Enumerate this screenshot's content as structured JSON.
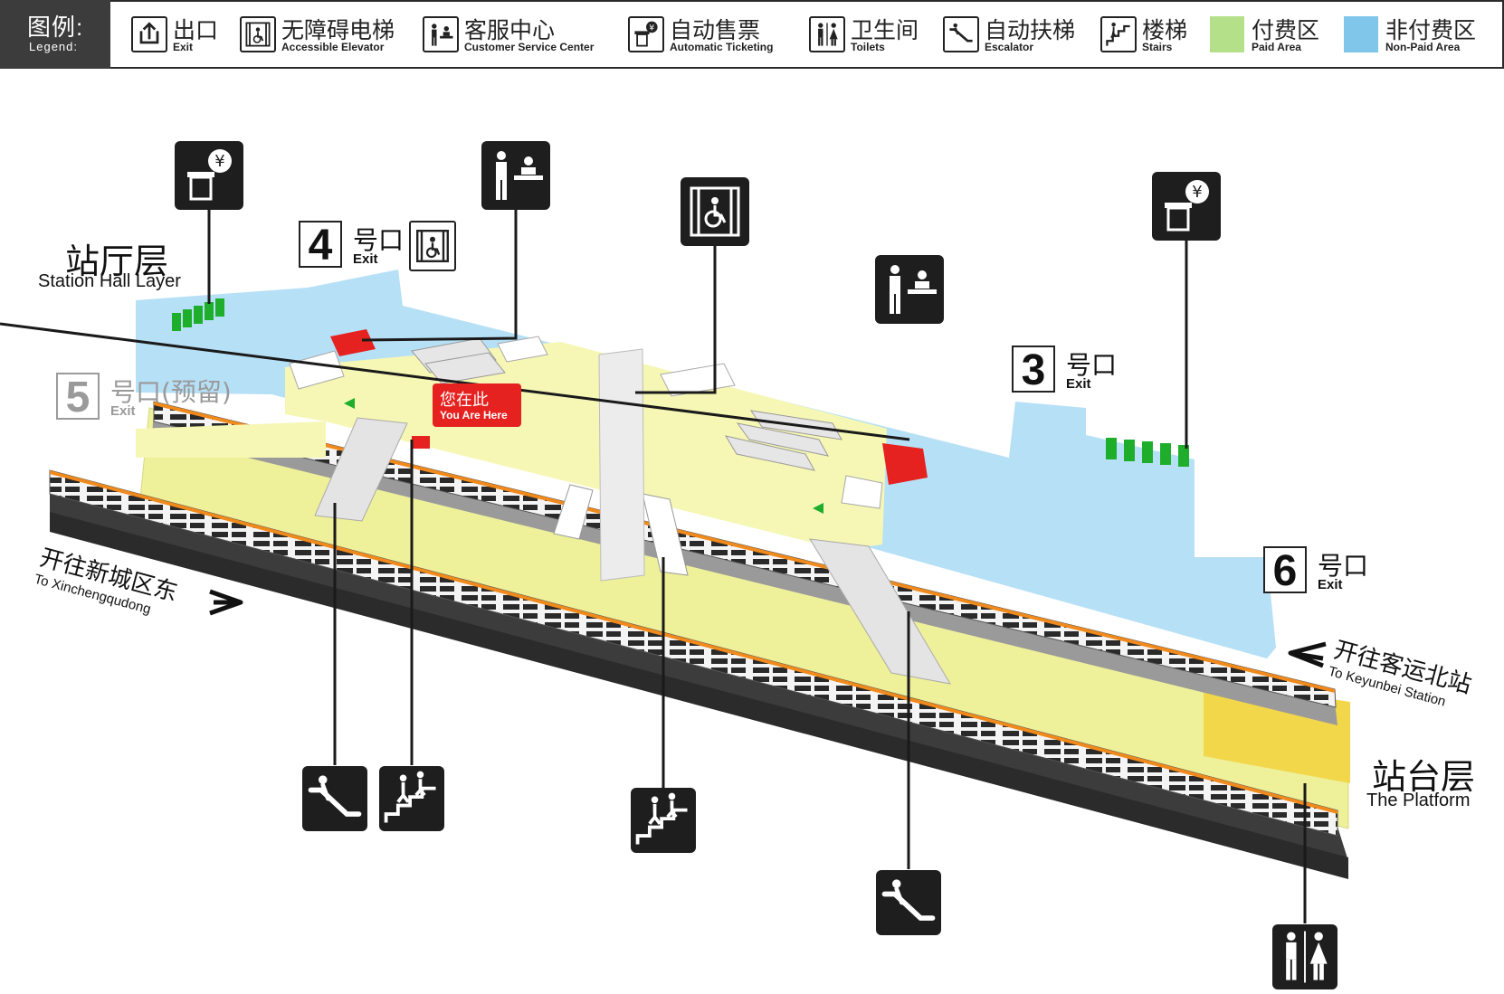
{
  "legend": {
    "title_cn": "图例:",
    "title_en": "Legend:",
    "items": [
      {
        "cn": "出口",
        "en": "Exit",
        "icon": "exit-icon"
      },
      {
        "cn": "无障碍电梯",
        "en": "Accessible Elevator",
        "icon": "accessible-elevator-icon"
      },
      {
        "cn": "客服中心",
        "en": "Customer Service Center",
        "icon": "customer-service-icon"
      },
      {
        "cn": "自动售票",
        "en": "Automatic Ticketing",
        "icon": "ticket-machine-icon"
      },
      {
        "cn": "卫生间",
        "en": "Toilets",
        "icon": "toilet-icon"
      },
      {
        "cn": "自动扶梯",
        "en": "Escalator",
        "icon": "escalator-icon"
      },
      {
        "cn": "楼梯",
        "en": "Stairs",
        "icon": "stairs-icon"
      },
      {
        "cn": "付费区",
        "en": "Paid Area",
        "color": "#b5e08a"
      },
      {
        "cn": "非付费区",
        "en": "Non-Paid Area",
        "color": "#7fc6ea"
      }
    ]
  },
  "layers": {
    "hall_cn": "站厅层",
    "hall_en": "Station Hall Layer",
    "platform_cn": "站台层",
    "platform_en": "The Platform"
  },
  "exits": [
    {
      "num": "4",
      "cn": "号口",
      "en": "Exit"
    },
    {
      "num": "5",
      "cn": "号口(预留)",
      "en": "Exit"
    },
    {
      "num": "3",
      "cn": "号口",
      "en": "Exit"
    },
    {
      "num": "6",
      "cn": "号口",
      "en": "Exit"
    }
  ],
  "you_are_here": {
    "cn": "您在此",
    "en": "You Are Here"
  },
  "directions": {
    "left_cn": "开往新城区东",
    "left_en": "To Xinchengqudong",
    "right_cn": "开往客运北站",
    "right_en": "To Keyunbei Station"
  },
  "colors": {
    "paid_area": "#f6f7b4",
    "non_paid_area": "#b6e0f6",
    "service_center": "#e52220",
    "gates": "#1fae2b",
    "sign_bg": "#1e1e1e"
  }
}
